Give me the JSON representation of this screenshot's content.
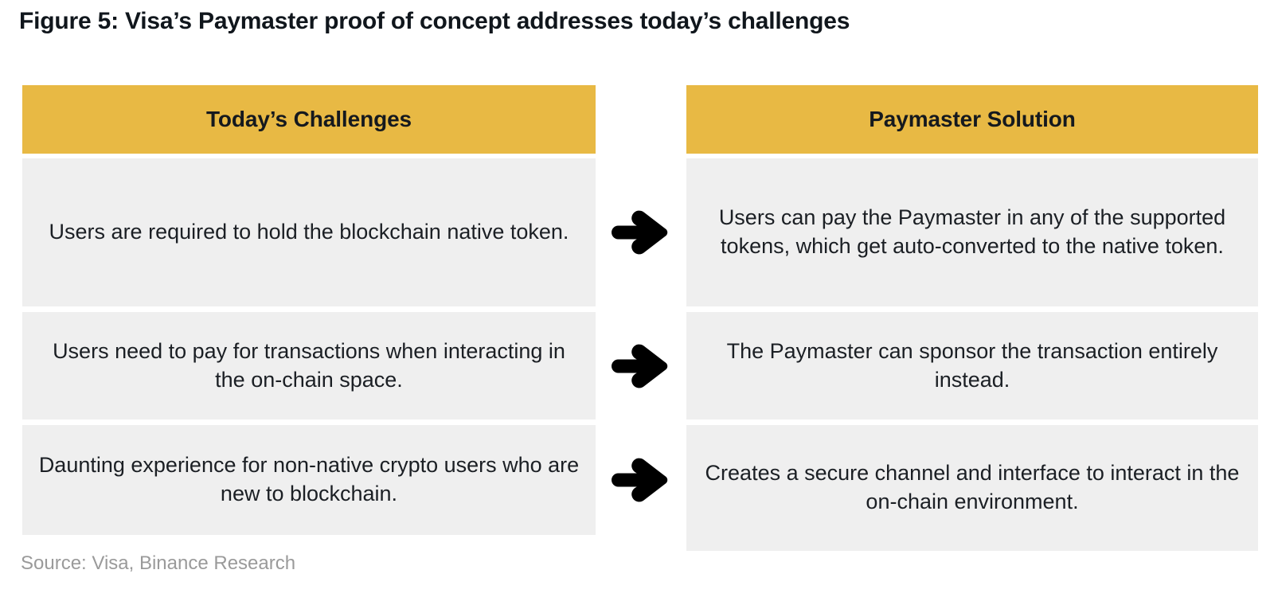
{
  "figure": {
    "title": "Figure 5: Visa’s Paymaster proof of concept addresses today’s challenges",
    "source": "Source: Visa, Binance Research"
  },
  "colors": {
    "header_background": "#e8b944",
    "cell_background": "#efefef",
    "page_background": "#ffffff",
    "title_text": "#10161c",
    "body_text": "#1b1f24",
    "source_text": "#9a9a9a",
    "arrow": "#000000"
  },
  "columns": [
    {
      "key": "challenges",
      "header": "Today’s Challenges"
    },
    {
      "key": "solution",
      "header": "Paymaster Solution"
    }
  ],
  "rows": [
    {
      "challenge": "Users are required to hold the blockchain native token.",
      "connector": "arrow-right-icon",
      "solution": "Users can pay the Paymaster in any of the supported tokens, which get auto-converted to the native token."
    },
    {
      "challenge": "Users need to pay for transactions when interacting in the on-chain space.",
      "connector": "arrow-right-icon",
      "solution": "The Paymaster can sponsor the transaction entirely instead."
    },
    {
      "challenge": "Daunting experience for non-native crypto users who are new to blockchain.",
      "connector": "arrow-right-icon",
      "solution": "Creates a secure channel and interface to interact in the on-chain environment."
    }
  ]
}
